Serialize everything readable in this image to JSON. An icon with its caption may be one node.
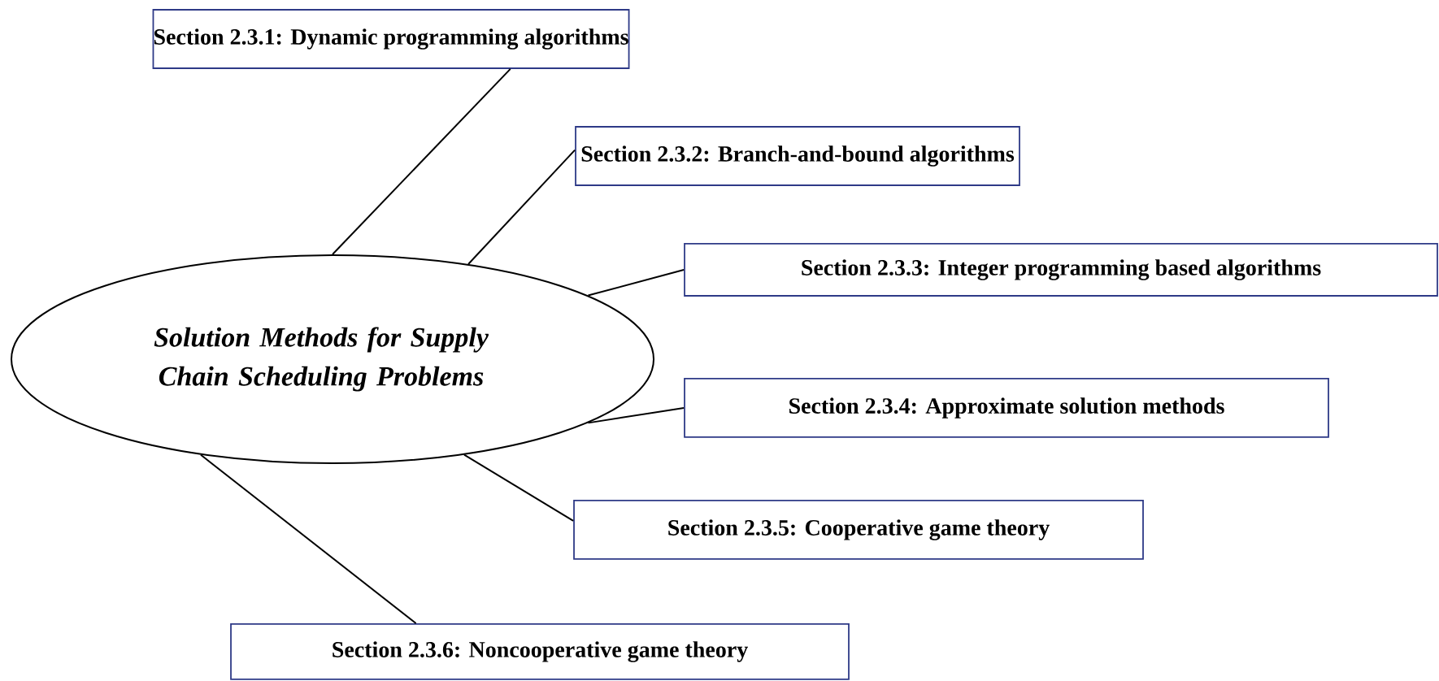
{
  "diagram": {
    "nodes": [
      {
        "text": [
          "Solution Methods for Supply Chain Scheduling Problems"
        ]
      },
      {
        "text": [
          "Section 2.3.1: Dynamic programming algorithms"
        ]
      },
      {
        "text": [
          "Section 2.3.2: Branch-and-bound algorithms"
        ]
      },
      {
        "text": [
          "Section 2.3.3: Integer programming based algorithms"
        ]
      },
      {
        "text": [
          "Section 2.3.4: Approximate solution methods"
        ]
      },
      {
        "text": [
          "Section 2.3.5: Cooperative game theory"
        ]
      },
      {
        "text": [
          "Section 2.3.6: Noncooperative game theory"
        ]
      }
    ],
    "edges": [
      {
        "from": 0,
        "to": 1,
        "arrow": "none"
      },
      {
        "from": 0,
        "to": 2,
        "arrow": "none"
      },
      {
        "from": 0,
        "to": 3,
        "arrow": "none"
      },
      {
        "from": 0,
        "to": 4,
        "arrow": "none"
      },
      {
        "from": 0,
        "to": 5,
        "arrow": "none"
      },
      {
        "from": 0,
        "to": 6,
        "arrow": "none"
      }
    ]
  }
}
